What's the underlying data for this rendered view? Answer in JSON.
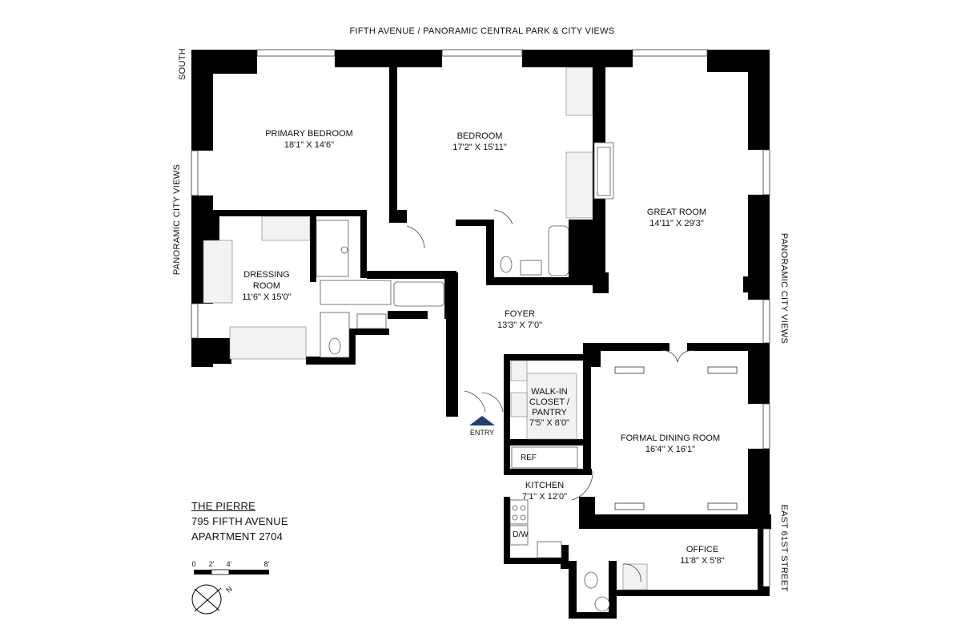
{
  "streets": {
    "north": "FIFTH AVENUE  /  PANORAMIC CENTRAL PARK & CITY VIEWS",
    "west_top": "SOUTH",
    "west": "PANORAMIC CITY VIEWS",
    "east": "PANORAMIC CITY VIEWS",
    "east_bottom": "EAST 61ST STREET"
  },
  "rooms": {
    "primary_bedroom": {
      "name": "PRIMARY BEDROOM",
      "dims": "18'1\" X 14'6\""
    },
    "bedroom": {
      "name": "BEDROOM",
      "dims": "17'2\" X 15'11\""
    },
    "great_room": {
      "name": "GREAT ROOM",
      "dims": "14'11\" X 29'3\""
    },
    "dressing_room": {
      "name1": "DRESSING",
      "name2": "ROOM",
      "dims": "11'6\" X 15'0\""
    },
    "foyer": {
      "name": "FOYER",
      "dims": "13'3\" X 7'0\""
    },
    "walk_in": {
      "name1": "WALK-IN",
      "name2": "CLOSET /",
      "name3": "PANTRY",
      "dims": "7'5\" X 8'0\""
    },
    "dining": {
      "name": "FORMAL DINING ROOM",
      "dims": "16'4\" X 16'1\""
    },
    "kitchen": {
      "name": "KITCHEN",
      "dims": "7'1\" X 12'0\""
    },
    "office": {
      "name": "OFFICE",
      "dims": "11'8\" X 5'8\""
    }
  },
  "fixtures": {
    "ref": "REF",
    "dw": "D/W",
    "entry": "ENTRY"
  },
  "building": {
    "name": "THE PIERRE",
    "address": "795 FIFTH AVENUE",
    "unit": "APARTMENT 2704"
  },
  "scale": {
    "ticks": [
      "0",
      "2'",
      "4'",
      "8'"
    ],
    "north": "N"
  }
}
